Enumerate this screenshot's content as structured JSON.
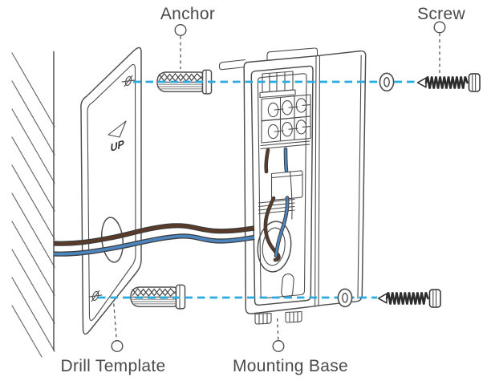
{
  "diagram": {
    "type": "installation-exploded-diagram",
    "labels": {
      "anchor": "Anchor",
      "screw": "Screw",
      "drill_template": "Drill Template",
      "mounting_base": "Mounting Base",
      "up_marking": "UP"
    },
    "colors": {
      "line": "#4d4d4d",
      "accent_blue": "#29abe2",
      "wire_brown": "#5c3a28",
      "wire_blue": "#4c86c0",
      "label_text": "#4a4a4a",
      "background": "#ffffff"
    }
  }
}
